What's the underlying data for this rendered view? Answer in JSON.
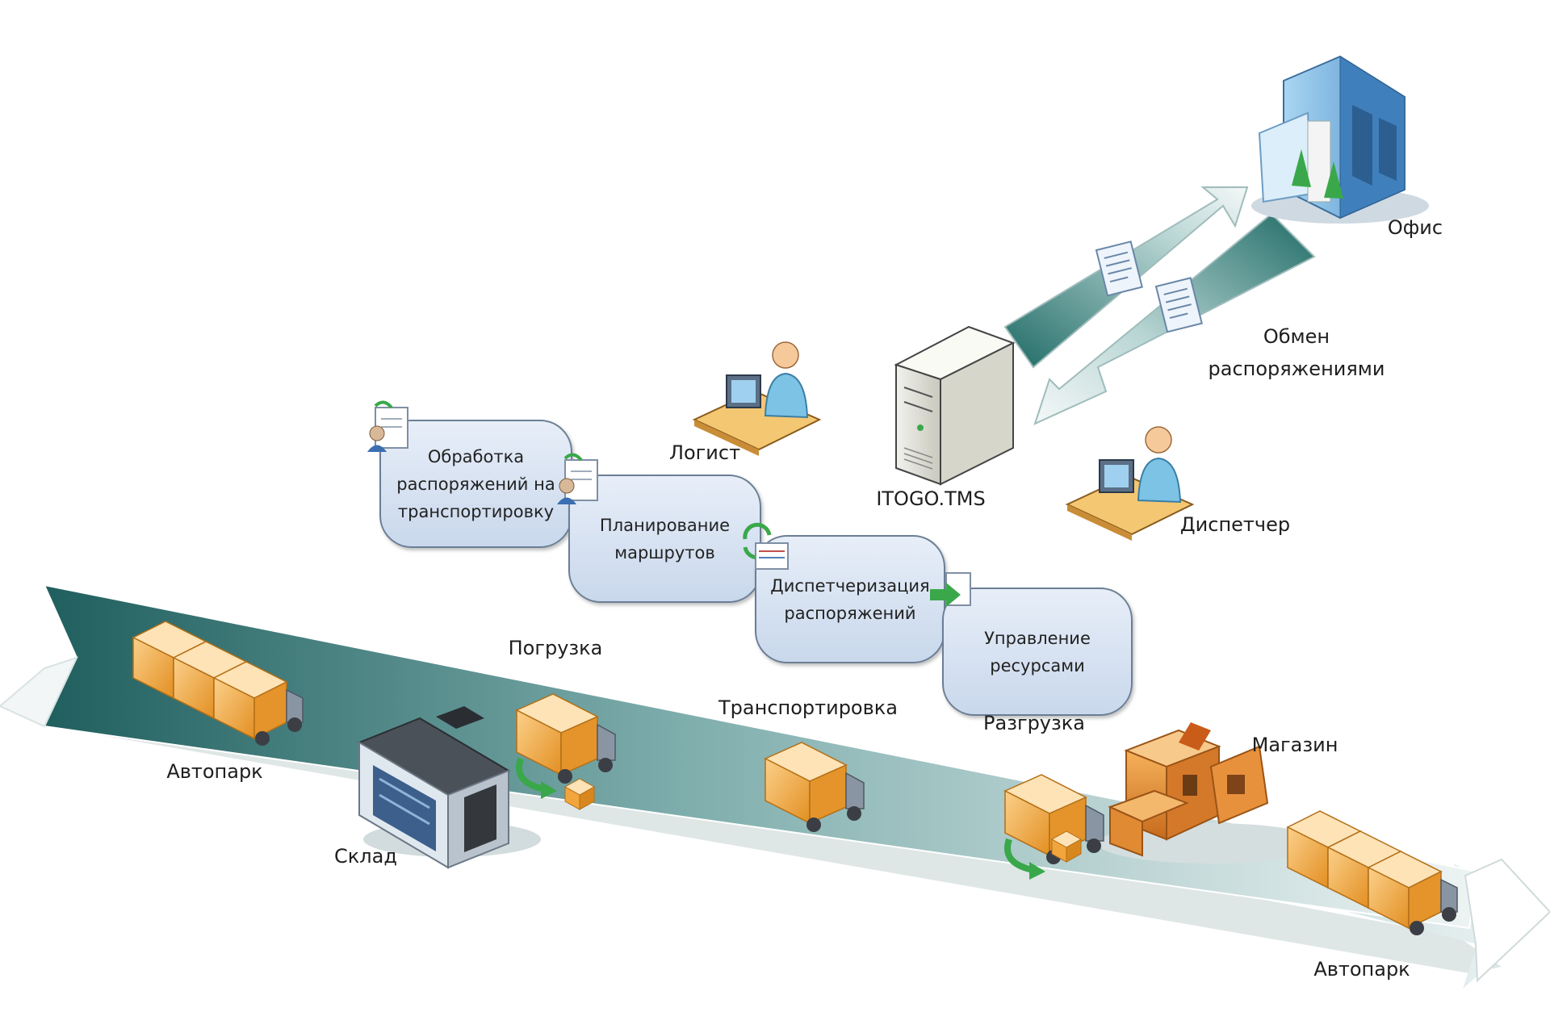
{
  "labels": {
    "office": "Офис",
    "exchange_line1": "Обмен",
    "exchange_line2": "распоряжениями",
    "server": "ITOGO.TMS",
    "logist": "Логист",
    "dispatcher": "Диспетчер",
    "loading": "Погрузка",
    "transport": "Транспортировка",
    "unloading": "Разгрузка",
    "store": "Магазин",
    "fleet_start": "Автопарк",
    "warehouse": "Склад",
    "fleet_end": "Автопарк"
  },
  "process_boxes": [
    {
      "line1": "Обработка",
      "line2": "распоряжений на",
      "line3": "транспортировку"
    },
    {
      "line1": "Планирование",
      "line2": "маршрутов"
    },
    {
      "line1": "Диспетчеризация",
      "line2": "распоряжений"
    },
    {
      "line1": "Управление",
      "line2": "ресурсами"
    }
  ],
  "colors": {
    "road_dark": "#1f5f5e",
    "road_light": "#e2ebea",
    "box_border": "#6b7e95",
    "box_fill": "#d5e1f0",
    "crate": "#f1a53c",
    "truck_cab": "#8a95a3"
  },
  "icons": [
    "office-building-icon",
    "server-icon",
    "document-icon",
    "worker-at-desk-icon",
    "truck-icon",
    "crate-icon",
    "warehouse-icon",
    "store-icon",
    "refresh-icon",
    "arrow-right-icon"
  ]
}
